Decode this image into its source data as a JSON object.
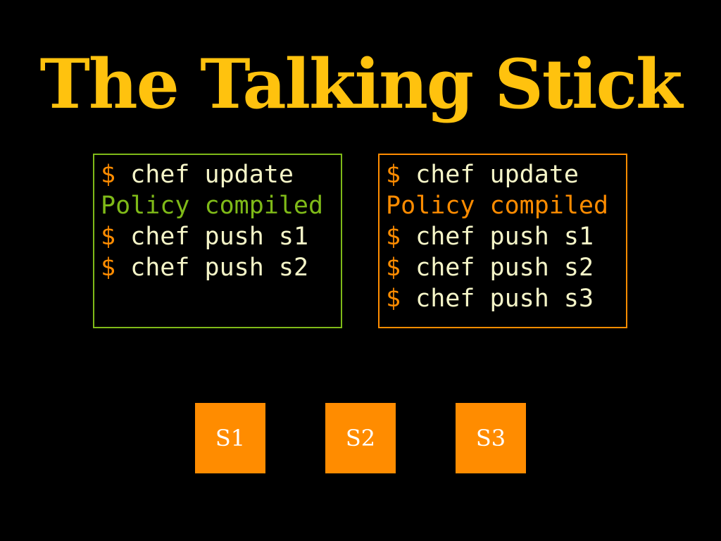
{
  "colors": {
    "background": "#000000",
    "title": "#ffc20e",
    "prompt": "#ff8c00",
    "command": "#f5f5c8",
    "green_accent": "#7fba18",
    "orange_accent": "#ff8c00",
    "server_fill": "#ff8c00"
  },
  "title": "The Talking Stick",
  "terminals": [
    {
      "border_color": "#7fba18",
      "lines": [
        {
          "prompt": "$",
          "text": " chef update",
          "kind": "command"
        },
        {
          "prompt": "",
          "text": "Policy compiled",
          "kind": "output",
          "color": "#7fba18"
        },
        {
          "prompt": "$",
          "text": " chef push s1",
          "kind": "command"
        },
        {
          "prompt": "$",
          "text": " chef push s2",
          "kind": "command"
        }
      ]
    },
    {
      "border_color": "#ff8c00",
      "lines": [
        {
          "prompt": "$",
          "text": " chef update",
          "kind": "command"
        },
        {
          "prompt": "",
          "text": "Policy compiled",
          "kind": "output",
          "color": "#ff8c00"
        },
        {
          "prompt": "$",
          "text": " chef push s1",
          "kind": "command"
        },
        {
          "prompt": "$",
          "text": " chef push s2",
          "kind": "command"
        },
        {
          "prompt": "$",
          "text": " chef push s3",
          "kind": "command"
        }
      ]
    }
  ],
  "servers": [
    {
      "label": "S1"
    },
    {
      "label": "S2"
    },
    {
      "label": "S3"
    }
  ]
}
